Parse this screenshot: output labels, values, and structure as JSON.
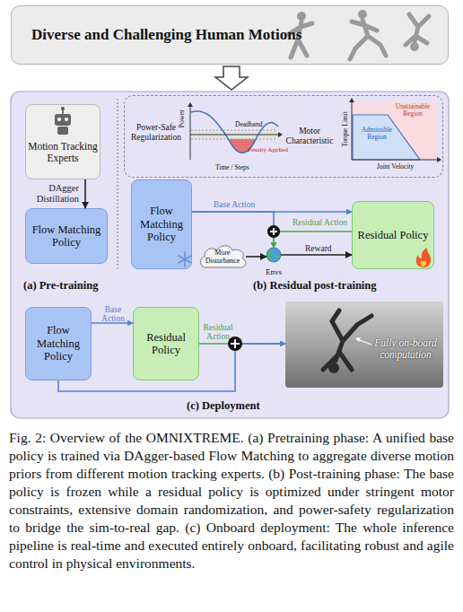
{
  "diagram": {
    "caption": "Fig. 2: Overview of the OMNIXTREME. (a) Pretraining phase: A unified base policy is trained via DAgger-based Flow Matching to aggregate diverse motion priors from different motion tracking experts. (b) Post-training phase: The base policy is frozen while a residual policy is optimized under stringent motor constraints, extensive domain randomization, and power-safety regularization to bridge the sim-to-real gap. (c) Onboard deployment: The whole inference pipeline is real-time and executed entirely onboard, facilitating robust and agile control in physical environments.",
    "nodes": [
      {
        "text": [
          "Diverse and Challenging Human Motions"
        ]
      },
      {
        "text": [
          "Motion Tracking Experts"
        ]
      },
      {
        "text": [
          "Flow Matching Policy"
        ]
      },
      {
        "text": [
          "Power-Safe Regularization",
          "Motor Characteristic"
        ]
      },
      {
        "text": [
          "Flow Matching Policy"
        ]
      },
      {
        "text": [
          "Residual Policy"
        ]
      },
      {
        "text": [
          "Envs"
        ]
      },
      {
        "text": [
          "More Disturbance"
        ]
      },
      {
        "text": [
          "Flow Matching Policy"
        ]
      },
      {
        "text": [
          "Residual Policy"
        ]
      },
      {
        "text": [
          "Fully on-board computation"
        ]
      }
    ],
    "edges": [
      {
        "from": 1,
        "to": 2,
        "label": "DAgger Distillation",
        "arrow": "to"
      },
      {
        "from": 4,
        "to": 5,
        "label": "Base Action",
        "arrow": "to"
      },
      {
        "from": 4,
        "to": 6,
        "arrow": "to"
      },
      {
        "from": 5,
        "to": 6,
        "label": "Residual Action",
        "arrow": "to"
      },
      {
        "from": 6,
        "to": 5,
        "label": "Reward",
        "arrow": "to"
      },
      {
        "from": 7,
        "to": 6,
        "arrow": "to"
      },
      {
        "from": 8,
        "to": 9,
        "label": "Base Action",
        "arrow": "to"
      },
      {
        "from": 9,
        "to": 10,
        "label": "Residual Action",
        "arrow": "to"
      },
      {
        "from": 8,
        "to": 10,
        "arrow": "to"
      }
    ],
    "labels": [
      "(a) Pre-training",
      "(b) Residual post-training",
      "(c) Deployment",
      "Power",
      "Deadband",
      "Penalty Applied",
      "Time / Steps",
      "Torque Limit",
      "Unattainable Region",
      "Admissible Region",
      "Joint Velocity"
    ]
  }
}
